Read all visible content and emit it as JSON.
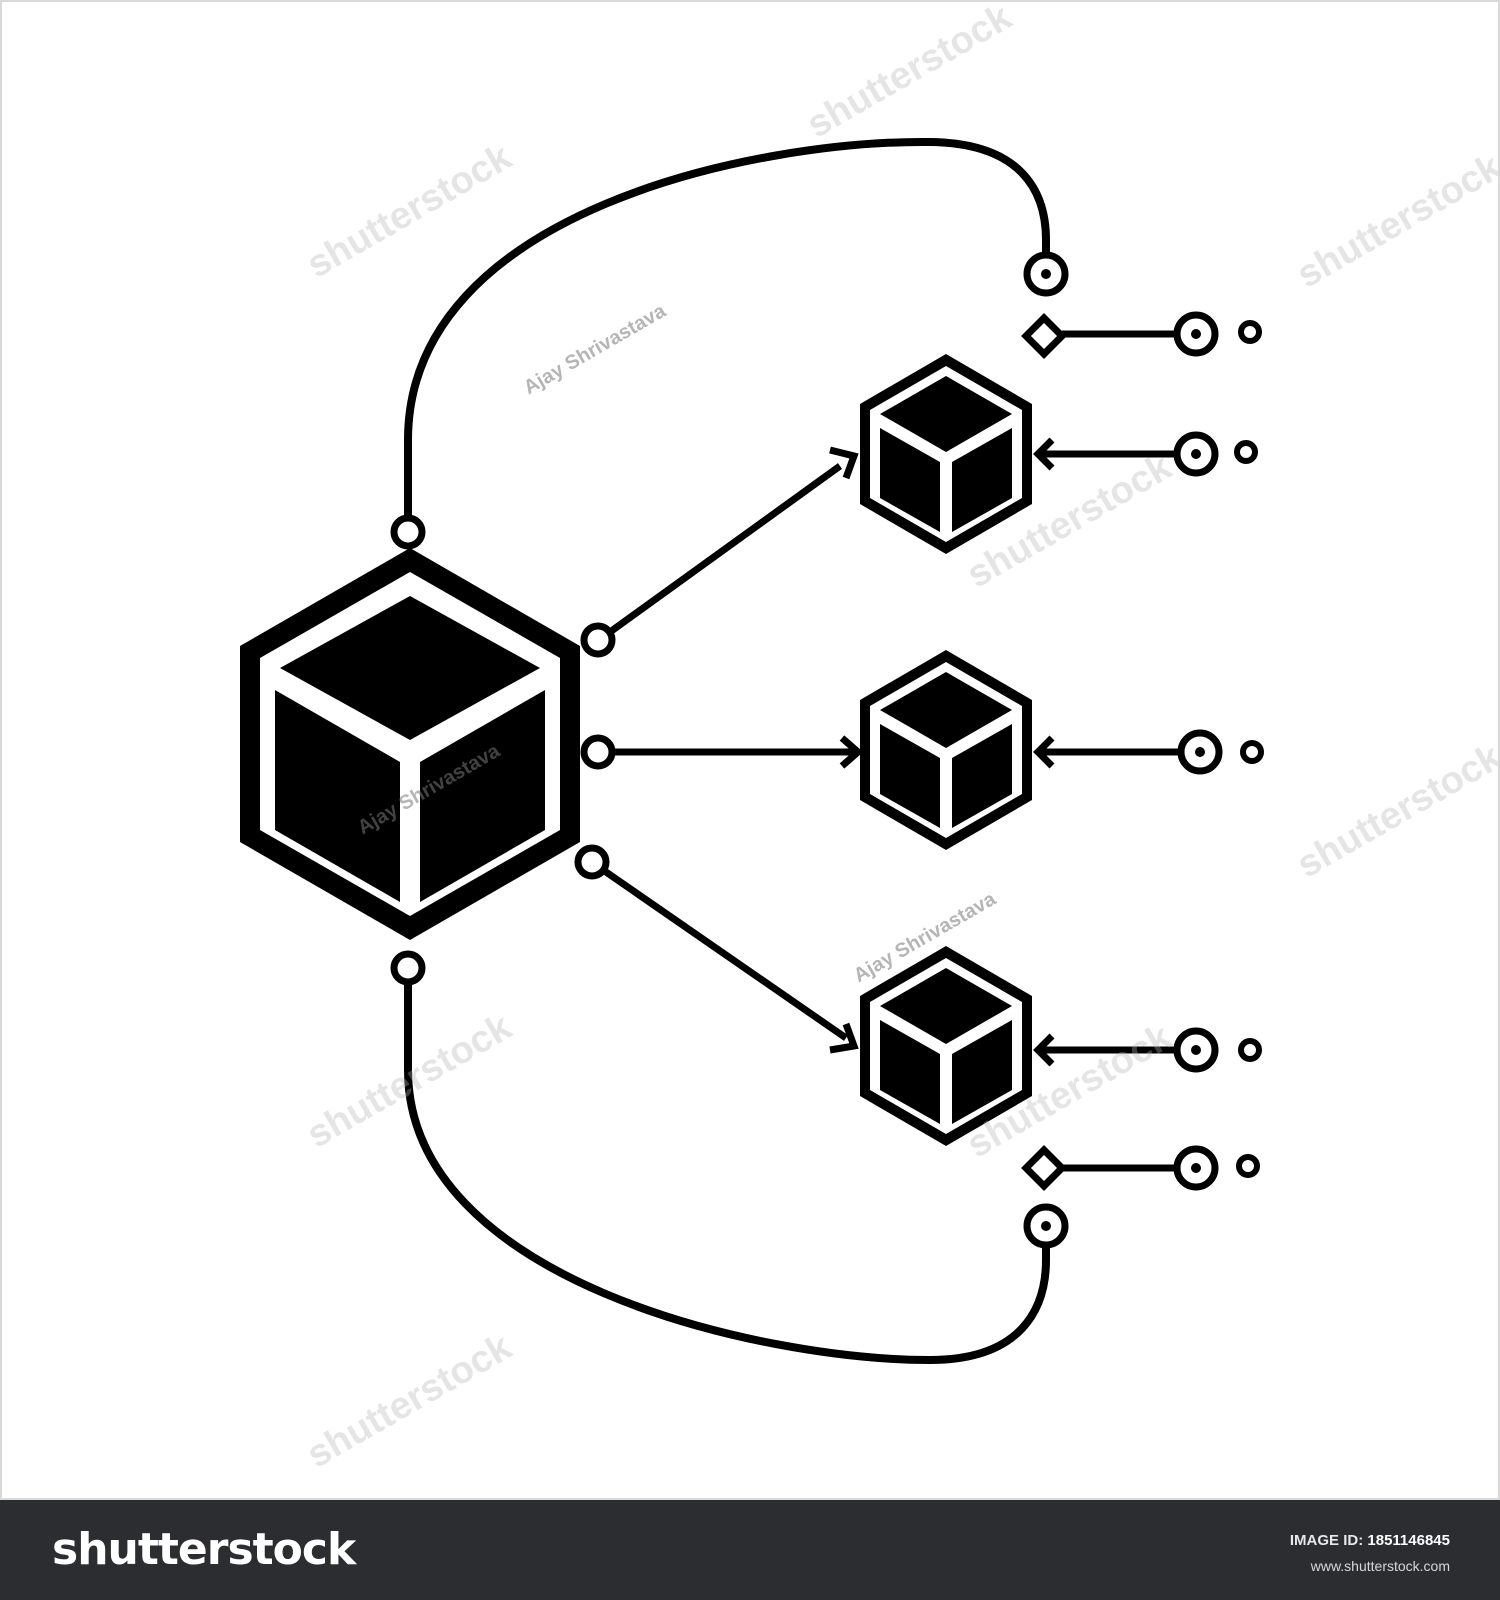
{
  "watermark": {
    "credit": "Ajay Shrivastava",
    "logo": "shutterstock"
  },
  "footer": {
    "logo_text": "shutterstock",
    "image_id_label": "IMAGE ID:",
    "image_id_value": "1851146845",
    "site": "www.shutterstock.com"
  },
  "colors": {
    "ink": "#000000",
    "paper": "#ffffff",
    "footer_bg": "#2b2d31"
  },
  "icons": {
    "central_node": "hexagon-cube-icon",
    "child_node": "hexagon-cube-icon",
    "connector": "ring-node-icon",
    "port": "target-ring-icon",
    "terminator": "dot-icon",
    "junction": "diamond-icon"
  }
}
